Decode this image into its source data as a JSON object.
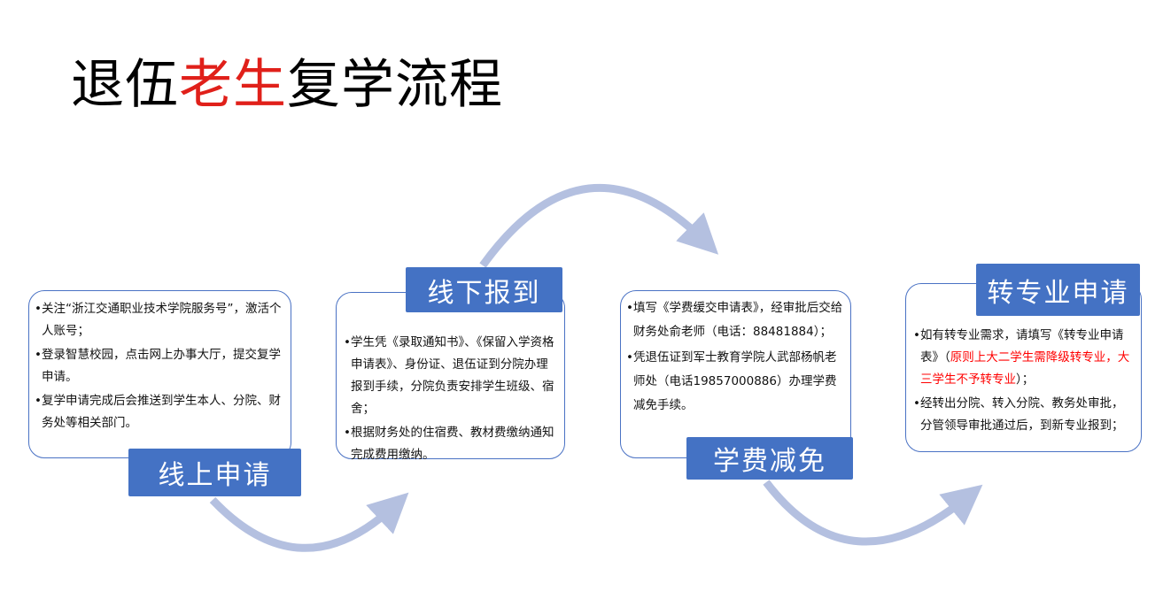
{
  "title": {
    "part1": "退伍",
    "part2": "老生",
    "part3": "复学流程"
  },
  "colors": {
    "accent": "#4472c4",
    "highlight": "#ff0000",
    "arrow": "#b4c0e0"
  },
  "steps": [
    {
      "label": "线上申请",
      "items": [
        "关注“浙江交通职业技术学院服务号”，激活个人账号；",
        "登录智慧校园，点击网上办事大厅，提交复学申请。",
        "复学申请完成后会推送到学生本人、分院、财务处等相关部门。"
      ]
    },
    {
      "label": "线下报到",
      "items": [
        "学生凭《录取通知书》、《保留入学资格申请表》、身份证、退伍证到分院办理报到手续，分院负责安排学生班级、宿舍；",
        "根据财务处的住宿费、教材费缴纳通知完成费用缴纳。"
      ]
    },
    {
      "label": "学费减免",
      "items": [
        "填写《学费缓交申请表》，经审批后交给财务处俞老师（电话：88481884）；",
        "凭退伍证到军士教育学院人武部杨帆老师处（电话19857000886）办理学费减免手续。"
      ]
    },
    {
      "label": "转专业申请",
      "items": [
        {
          "pre": "如有转专业需求，请填写《转专业申请表》（",
          "red": "原则上大二学生需降级转专业，大三学生不予转专业",
          "post": "）；"
        },
        "经转出分院、转入分院、教务处审批，分管领导审批通过后，到新专业报到；"
      ]
    }
  ]
}
